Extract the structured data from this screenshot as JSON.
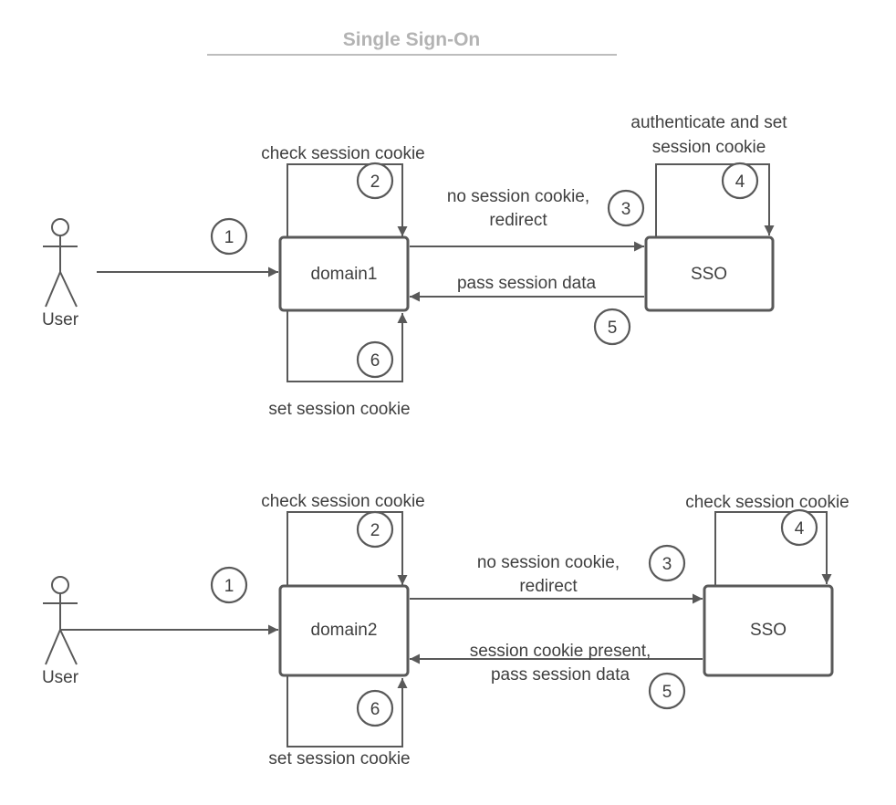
{
  "title": "Single Sign-On",
  "colors": {
    "line": "#595959",
    "text": "#3f3f3f",
    "title": "#b3b3b3",
    "title_rule": "#bdbdbd"
  },
  "flow1": {
    "actor": "User",
    "domain": "domain1",
    "sso": "SSO",
    "check_label": "check session cookie",
    "redirect_label_1": "no session cookie,",
    "redirect_label_2": "redirect",
    "auth_label_1": "authenticate and set",
    "auth_label_2": "session cookie",
    "pass_label_1": "pass session data",
    "set_label": "set session cookie",
    "steps": [
      "1",
      "2",
      "3",
      "4",
      "5",
      "6"
    ]
  },
  "flow2": {
    "actor": "User",
    "domain": "domain2",
    "sso": "SSO",
    "check_label": "check session cookie",
    "redirect_label_1": "no session cookie,",
    "redirect_label_2": "redirect",
    "sso_check_label": "check session cookie",
    "pass_label_1": "session cookie present,",
    "pass_label_2": "pass session data",
    "set_label": "set session cookie",
    "steps": [
      "1",
      "2",
      "3",
      "4",
      "5",
      "6"
    ]
  }
}
